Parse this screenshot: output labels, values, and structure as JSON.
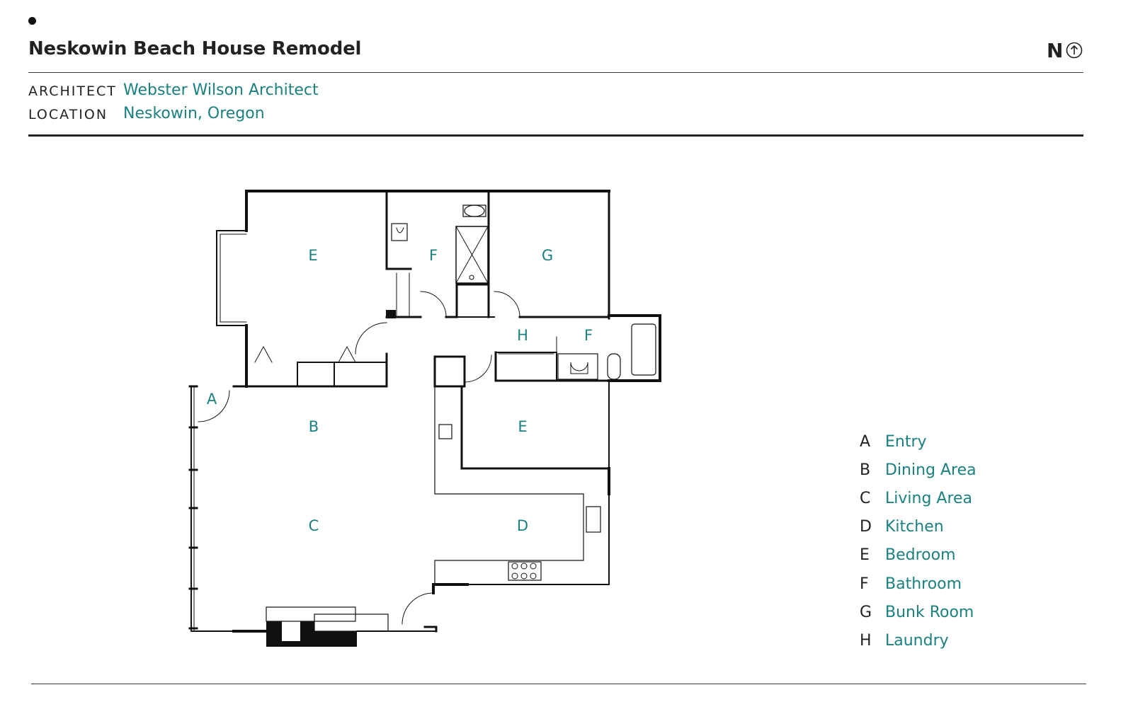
{
  "header": {
    "title": "Neskowin Beach House Remodel",
    "north_label": "N",
    "north_icon": "north-arrow-icon"
  },
  "meta": {
    "architect_label": "ARCHITECT",
    "architect_value": "Webster Wilson Architect",
    "location_label": "LOCATION",
    "location_value": "Neskowin, Oregon"
  },
  "plan": {
    "room_labels": [
      "E",
      "F",
      "G",
      "H",
      "F",
      "A",
      "B",
      "E",
      "C",
      "D"
    ]
  },
  "legend": [
    {
      "key": "A",
      "name": "Entry"
    },
    {
      "key": "B",
      "name": "Dining Area"
    },
    {
      "key": "C",
      "name": "Living Area"
    },
    {
      "key": "D",
      "name": "Kitchen"
    },
    {
      "key": "E",
      "name": "Bedroom"
    },
    {
      "key": "F",
      "name": "Bathroom"
    },
    {
      "key": "G",
      "name": "Bunk Room"
    },
    {
      "key": "H",
      "name": "Laundry"
    }
  ],
  "colors": {
    "accent": "#1a8080",
    "ink": "#1c1c1c"
  }
}
